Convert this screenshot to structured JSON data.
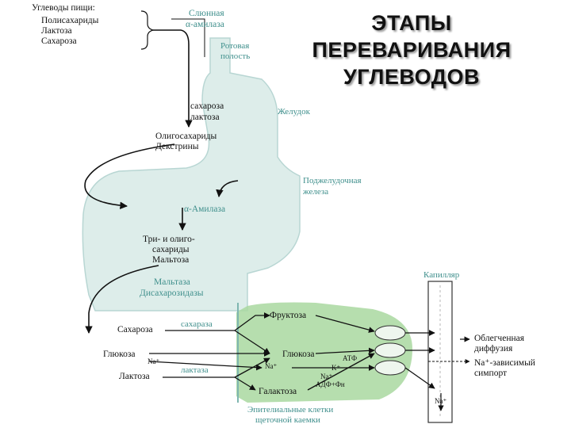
{
  "title": [
    "ЭТАПЫ",
    "ПЕРЕВАРИВАНИЯ",
    "УГЛЕВОДОВ"
  ],
  "food": {
    "header": "Углеводы пищи:",
    "items": [
      "Полисахариды",
      "Лактоза",
      "Сахароза"
    ]
  },
  "mouth": {
    "enzyme": [
      "Слюнная",
      "α-амилаза"
    ],
    "organ": [
      "Ротовая",
      "полость"
    ]
  },
  "stomach": {
    "contents": [
      "сахароза",
      "лактоза"
    ],
    "organ": "Желудок",
    "products": [
      "Олигосахариды",
      "Декстрины"
    ]
  },
  "pancreas": {
    "organ": [
      "Поджелудочная",
      "железа"
    ],
    "enzyme": "α-Амилаза"
  },
  "intestine": {
    "products": [
      "Три- и олиго-",
      "сахариды",
      "Мальтоза"
    ],
    "enzymes": [
      "Мальтаза",
      "Дисахарозидазы"
    ]
  },
  "absorption": {
    "sucrose": "Сахароза",
    "sucrase": "сахараза",
    "glucose_left": "Глюкоза",
    "na_left": "Na⁺",
    "lactose": "Лактоза",
    "lactase": "лактаза",
    "fructose": "Фруктоза",
    "glucose_cell": "Глюкоза",
    "na_cell": "Na⁺",
    "galactose": "Галактоза",
    "atp": "АТФ",
    "k": "K⁺",
    "na_pump": "Na⁺",
    "adp": "АДФ+Фн",
    "cells": [
      "Эпителиальные клетки",
      "щеточной каемки"
    ]
  },
  "capillary": {
    "label": "Капилляр",
    "facilitated": [
      "Облегченная",
      "диффузия"
    ],
    "symport": [
      "Na⁺-зависимый",
      "симпорт"
    ],
    "na_bottom": "Na⁺"
  },
  "colors": {
    "tract_fill": "#c3dfda",
    "tract_edge": "#7fb6b0",
    "cell_fill": "#a9d8a0",
    "label_green": "#3f8f8c",
    "ink": "#111111"
  }
}
